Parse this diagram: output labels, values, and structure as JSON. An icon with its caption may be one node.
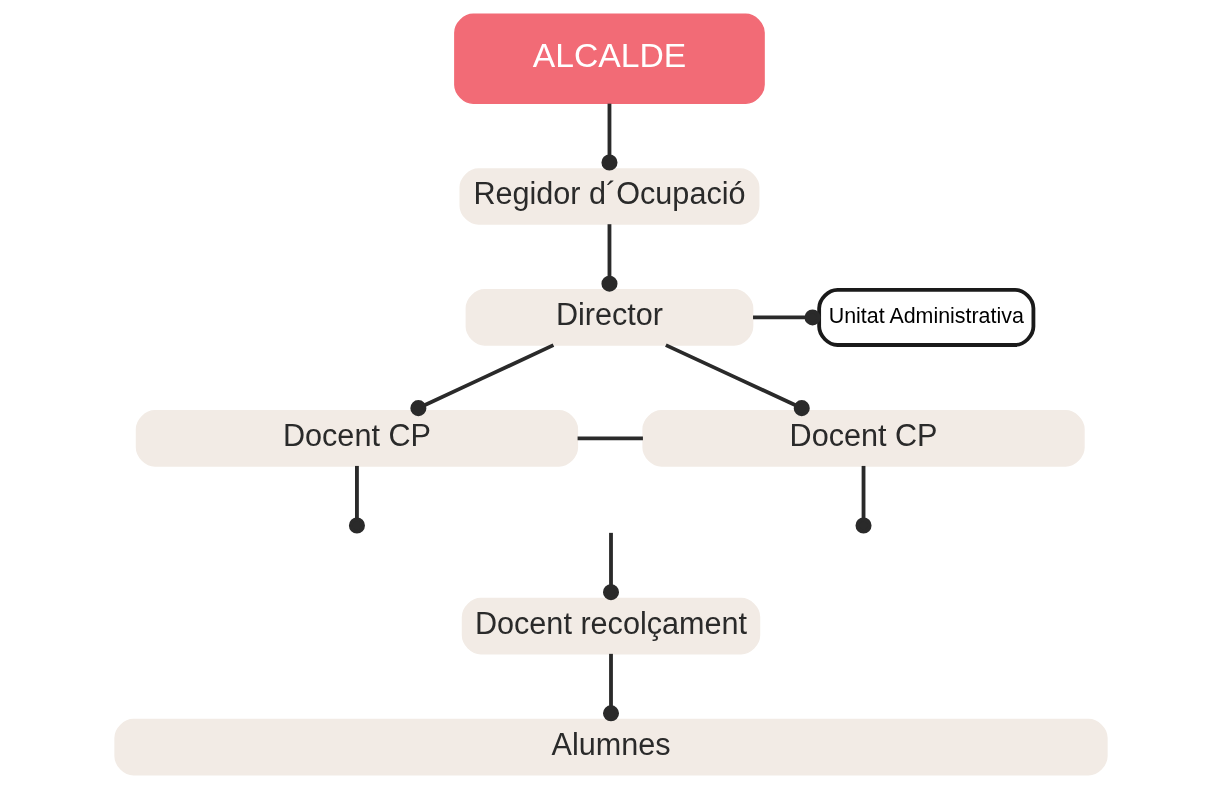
{
  "diagram": {
    "nodes": [
      {
        "text": [
          "ALCALDE"
        ]
      },
      {
        "text": [
          "Regidor d´Ocupació"
        ]
      },
      {
        "text": [
          "Director"
        ]
      },
      {
        "text": [
          "Unitat Administrativa"
        ]
      },
      {
        "text": [
          "Docent CP"
        ]
      },
      {
        "text": [
          "Docent CP"
        ]
      },
      {
        "text": [
          "Docent recolçament"
        ]
      },
      {
        "text": [
          "Alumnes"
        ]
      }
    ],
    "edges": [
      {
        "from": 0,
        "to": 1,
        "arrow": "other"
      },
      {
        "from": 1,
        "to": 2,
        "arrow": "other"
      },
      {
        "from": 2,
        "to": 3,
        "arrow": "other"
      },
      {
        "from": 2,
        "to": 4,
        "arrow": "other"
      },
      {
        "from": 2,
        "to": 5,
        "arrow": "other"
      },
      {
        "from": 4,
        "to": 5,
        "arrow": "none"
      },
      {
        "from": null,
        "to": 6,
        "arrow": "other"
      },
      {
        "from": 4,
        "to": null,
        "arrow": "other"
      },
      {
        "from": 5,
        "to": null,
        "arrow": "other"
      },
      {
        "from": 6,
        "to": 7,
        "arrow": "other"
      }
    ]
  }
}
